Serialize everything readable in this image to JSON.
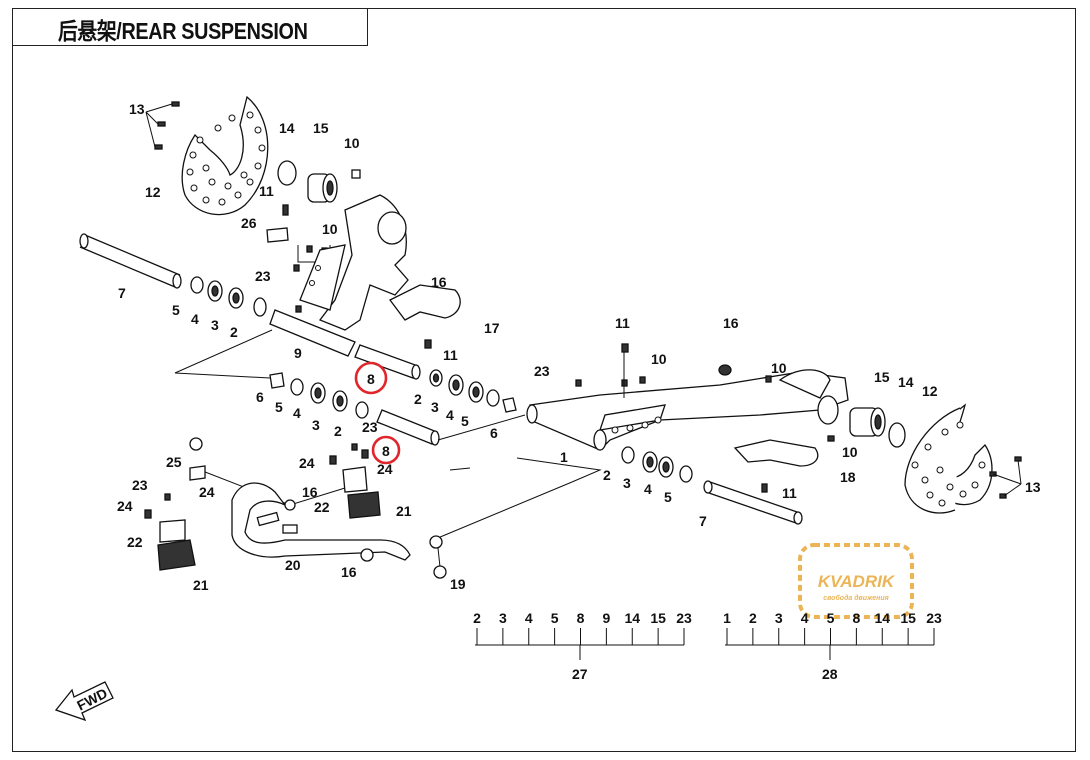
{
  "title": "后悬架/REAR SUSPENSION",
  "parts_left": {
    "brake_disc": "12",
    "disc_bolts": "13",
    "circlip": "14",
    "bearing": "15",
    "nut_10": "10",
    "bolt_11": "11",
    "clip_26": "26",
    "nut_10b": "10",
    "shaft": "7",
    "seal_5": "5",
    "bushing_4": "4",
    "bearing_3": "3",
    "sleeve_2": "2",
    "screw_23": "23",
    "guard_16": "16",
    "plate_17": "17",
    "bolt_11b": "11",
    "arm_9": "9",
    "pipe_8a": "8",
    "pipe_8b": "8"
  },
  "parts_mid": {
    "cap_6": "6",
    "seal_5": "5",
    "bush_4": "4",
    "brg_3": "3",
    "slv_2": "2",
    "scr_23": "23",
    "brg_3r": "3",
    "bush_4r": "4",
    "seal_5r": "5",
    "cap_6r": "6",
    "slv_2r": "2"
  },
  "parts_stab": {
    "link_25": "25",
    "bolt_24a": "24",
    "bolt_24b": "24",
    "bolt_24c": "24",
    "bolt_24d": "24",
    "scr_23": "23",
    "scr_23b": "23",
    "bracket_22a": "22",
    "bracket_22b": "22",
    "bush_21a": "21",
    "bush_21b": "21",
    "bar_20": "20",
    "link_19": "19",
    "nut_16a": "16",
    "nut_16b": "16"
  },
  "parts_right": {
    "arm_1": "1",
    "scr_23": "23",
    "bolt_11": "11",
    "nut_10": "10",
    "guard_16": "16",
    "nut_10b": "10",
    "brg_15": "15",
    "clip_14": "14",
    "disc_12": "12",
    "bolts_13": "13",
    "nut_10c": "10",
    "plate_18": "18",
    "bolt_11b": "11",
    "shaft_7": "7",
    "slv_2": "2",
    "brg_3": "3",
    "bush_4": "4",
    "seal_5": "5"
  },
  "assembly_27": {
    "items": [
      "2",
      "3",
      "4",
      "5",
      "8",
      "9",
      "14",
      "15",
      "23"
    ],
    "label": "27"
  },
  "assembly_28": {
    "items": [
      "1",
      "2",
      "3",
      "4",
      "5",
      "8",
      "14",
      "15",
      "23"
    ],
    "label": "28"
  },
  "fwd_label": "FWD",
  "watermark": {
    "brand": "KVADRIK",
    "tagline": "свобода движения",
    "color": "#e8a93a"
  },
  "highlight_color": "#e0262b"
}
